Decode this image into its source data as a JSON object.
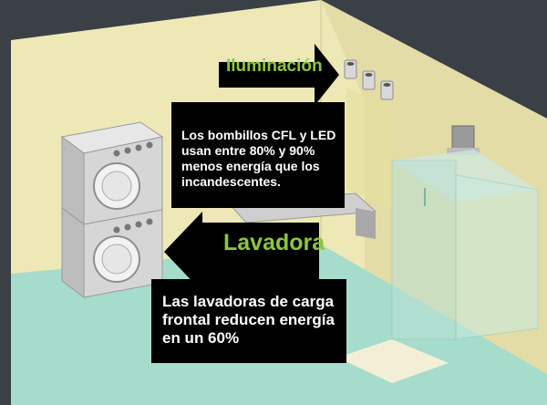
{
  "colors": {
    "background": "#3a4045",
    "wall": "#ede8b6",
    "wall_side": "#e3dca6",
    "floor": "#a6dccc",
    "callout_bg": "#000000",
    "label_green": "#8cc63f",
    "text_white": "#ffffff"
  },
  "callouts": {
    "lighting": {
      "label": "Iluminación",
      "description": "Los bombillos CFL y LED usan entre 80% y 90% menos energía que los incandescentes."
    },
    "washer": {
      "label": "Lavadora",
      "description": "Las lavadoras de carga frontal reducen energía en un 60%"
    }
  },
  "icons": [
    "ceiling-light-icon",
    "washer-icon",
    "dryer-icon",
    "shower-icon",
    "sink-icon"
  ]
}
